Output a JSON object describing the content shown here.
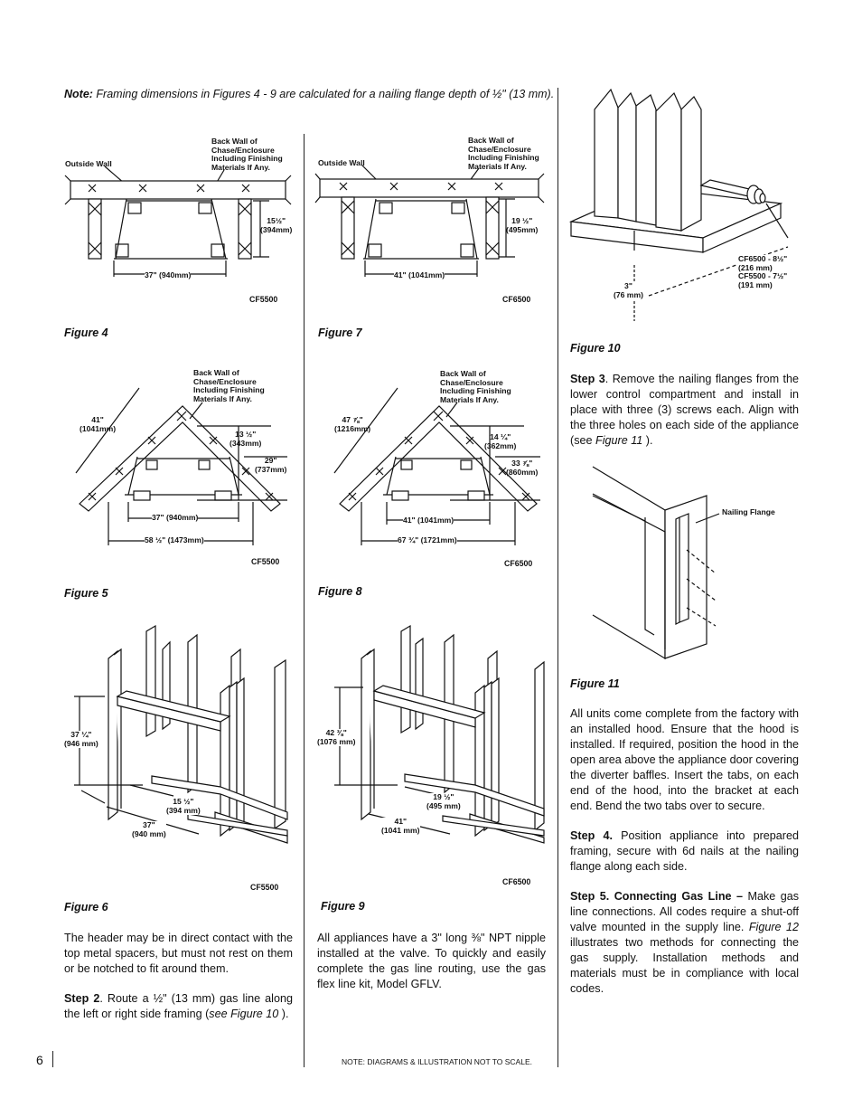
{
  "page_number": "6",
  "note": {
    "label": "Note:",
    "text": " Framing dimensions in Figures 4 - 9 are calculated for a nailing flange depth of ½\" (13 mm)."
  },
  "footer_note": "NOTE: DIAGRAMS & ILLUSTRATION NOT TO SCALE.",
  "figures": {
    "fig4": {
      "caption": "Figure 4",
      "outside_wall": "Outside Wall",
      "back_wall": [
        "Back Wall of",
        "Chase/Enclosure",
        "Including Finishing",
        "Materials If Any."
      ],
      "depth": [
        "15½\"",
        "(394mm)"
      ],
      "width": "37\" (940mm)",
      "model": "CF5500"
    },
    "fig7": {
      "caption": "Figure 7",
      "outside_wall": "Outside Wall",
      "back_wall": [
        "Back Wall of",
        "Chase/Enclosure",
        "Including Finishing",
        "Materials If Any."
      ],
      "depth": [
        "19 ½\"",
        "(495mm)"
      ],
      "width": "41\" (1041mm)",
      "model": "CF6500"
    },
    "fig5": {
      "caption": "Figure 5",
      "back_wall": [
        "Back Wall of",
        "Chase/Enclosure",
        "Including Finishing",
        "Materials If Any."
      ],
      "diag": [
        "41\"",
        "(1041mm)"
      ],
      "inner": [
        "13 ½\"",
        "(343mm)"
      ],
      "depth": [
        "29\"",
        "(737mm)"
      ],
      "width": "37\" (940mm)",
      "overall": "58 ½\" (1473mm)",
      "model": "CF5500"
    },
    "fig8": {
      "caption": "Figure 8",
      "back_wall": [
        "Back Wall of",
        "Chase/Enclosure",
        "Including Finishing",
        "Materials If Any."
      ],
      "diag": [
        "47 ⅞\"",
        "(1216mm)"
      ],
      "inner": [
        "14 ¼\"",
        "(362mm)"
      ],
      "depth": [
        "33 ⅞\"",
        "(860mm)"
      ],
      "width": "41\" (1041mm)",
      "overall": "67 ¾\" (1721mm)",
      "model": "CF6500"
    },
    "fig6": {
      "caption": "Figure 6",
      "height": [
        "37 ¼\"",
        "(946 mm)"
      ],
      "depth": [
        "15 ½\"",
        "(394 mm)"
      ],
      "width": [
        "37\"",
        "(940 mm)"
      ],
      "model": "CF5500"
    },
    "fig9": {
      "caption": "Figure 9",
      "height": [
        "42 ⅜\"",
        "(1076 mm)"
      ],
      "depth": [
        "19 ½\"",
        "(495 mm)"
      ],
      "width": [
        "41\"",
        "(1041 mm)"
      ],
      "model": "CF6500"
    },
    "fig10": {
      "caption": "Figure 10",
      "gas_height": [
        "3\"",
        "(76 mm)"
      ],
      "gas_offset": [
        "CF6500 - 8½\"",
        "(216 mm)",
        "CF5500 - 7½\"",
        "(191 mm)"
      ]
    },
    "fig11": {
      "caption": "Figure 11",
      "flange_label": "Nailing Flange"
    }
  },
  "col1_text": {
    "para1": "The header may be in direct contact with the top metal spacers, but must not rest on them or be notched to fit around them.",
    "step2_label": "Step 2",
    "step2_text": ". Route a ½\" (13 mm) gas line along the left or right side framing (",
    "step2_ref": "see Figure 10",
    "step2_end": " )."
  },
  "col2_text": {
    "para1": "All appliances have a 3\" long ⅜\" NPT nipple installed at the valve. To quickly and easily complete the gas line routing, use the gas flex line kit, Model GFLV."
  },
  "col3_text": {
    "step3_label": "Step 3",
    "step3_text": ".  Remove the nailing flanges from the lower control compartment and install in place with three (3) screws each.  Align with the three holes on each side of the appliance (see ",
    "step3_ref": "Figure 11",
    "step3_end": " ).",
    "hood_para": "All units come complete from the factory with an installed hood.  Ensure that the hood is installed.  If required, position the hood in the open area above the appliance door covering the diverter baffles.  Insert the tabs, on each end of the hood, into the bracket at each end.  Bend the two tabs over to secure.",
    "step4_label": "Step 4.",
    "step4_text": "  Position appliance into prepared framing, secure with 6d nails at the nailing flange along each side.",
    "step5_label": "Step 5. Connecting Gas Line –",
    "step5_text": " Make gas line connections. All codes require a shut-off valve mounted in the supply line.  ",
    "step5_ref": "Figure 12",
    "step5_end": " illustrates two methods for connecting the gas supply.  Installation methods and materials must be in compliance with local codes."
  }
}
